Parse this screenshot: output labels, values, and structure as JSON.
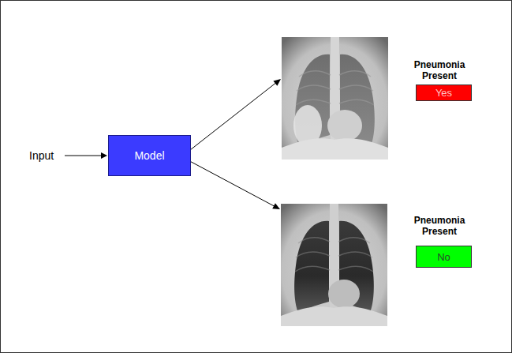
{
  "diagram": {
    "nodes": [
      {
        "text": [
          "Model"
        ]
      },
      {
        "text": [
          "Pneumonia Present",
          "Yes"
        ]
      },
      {
        "text": [
          "Pneumonia Present",
          "No"
        ]
      }
    ],
    "edges": [
      {
        "from": 0,
        "to": 1,
        "arrow": "to"
      },
      {
        "from": 0,
        "to": 2,
        "arrow": "to"
      }
    ],
    "labels": [
      "Input"
    ]
  }
}
